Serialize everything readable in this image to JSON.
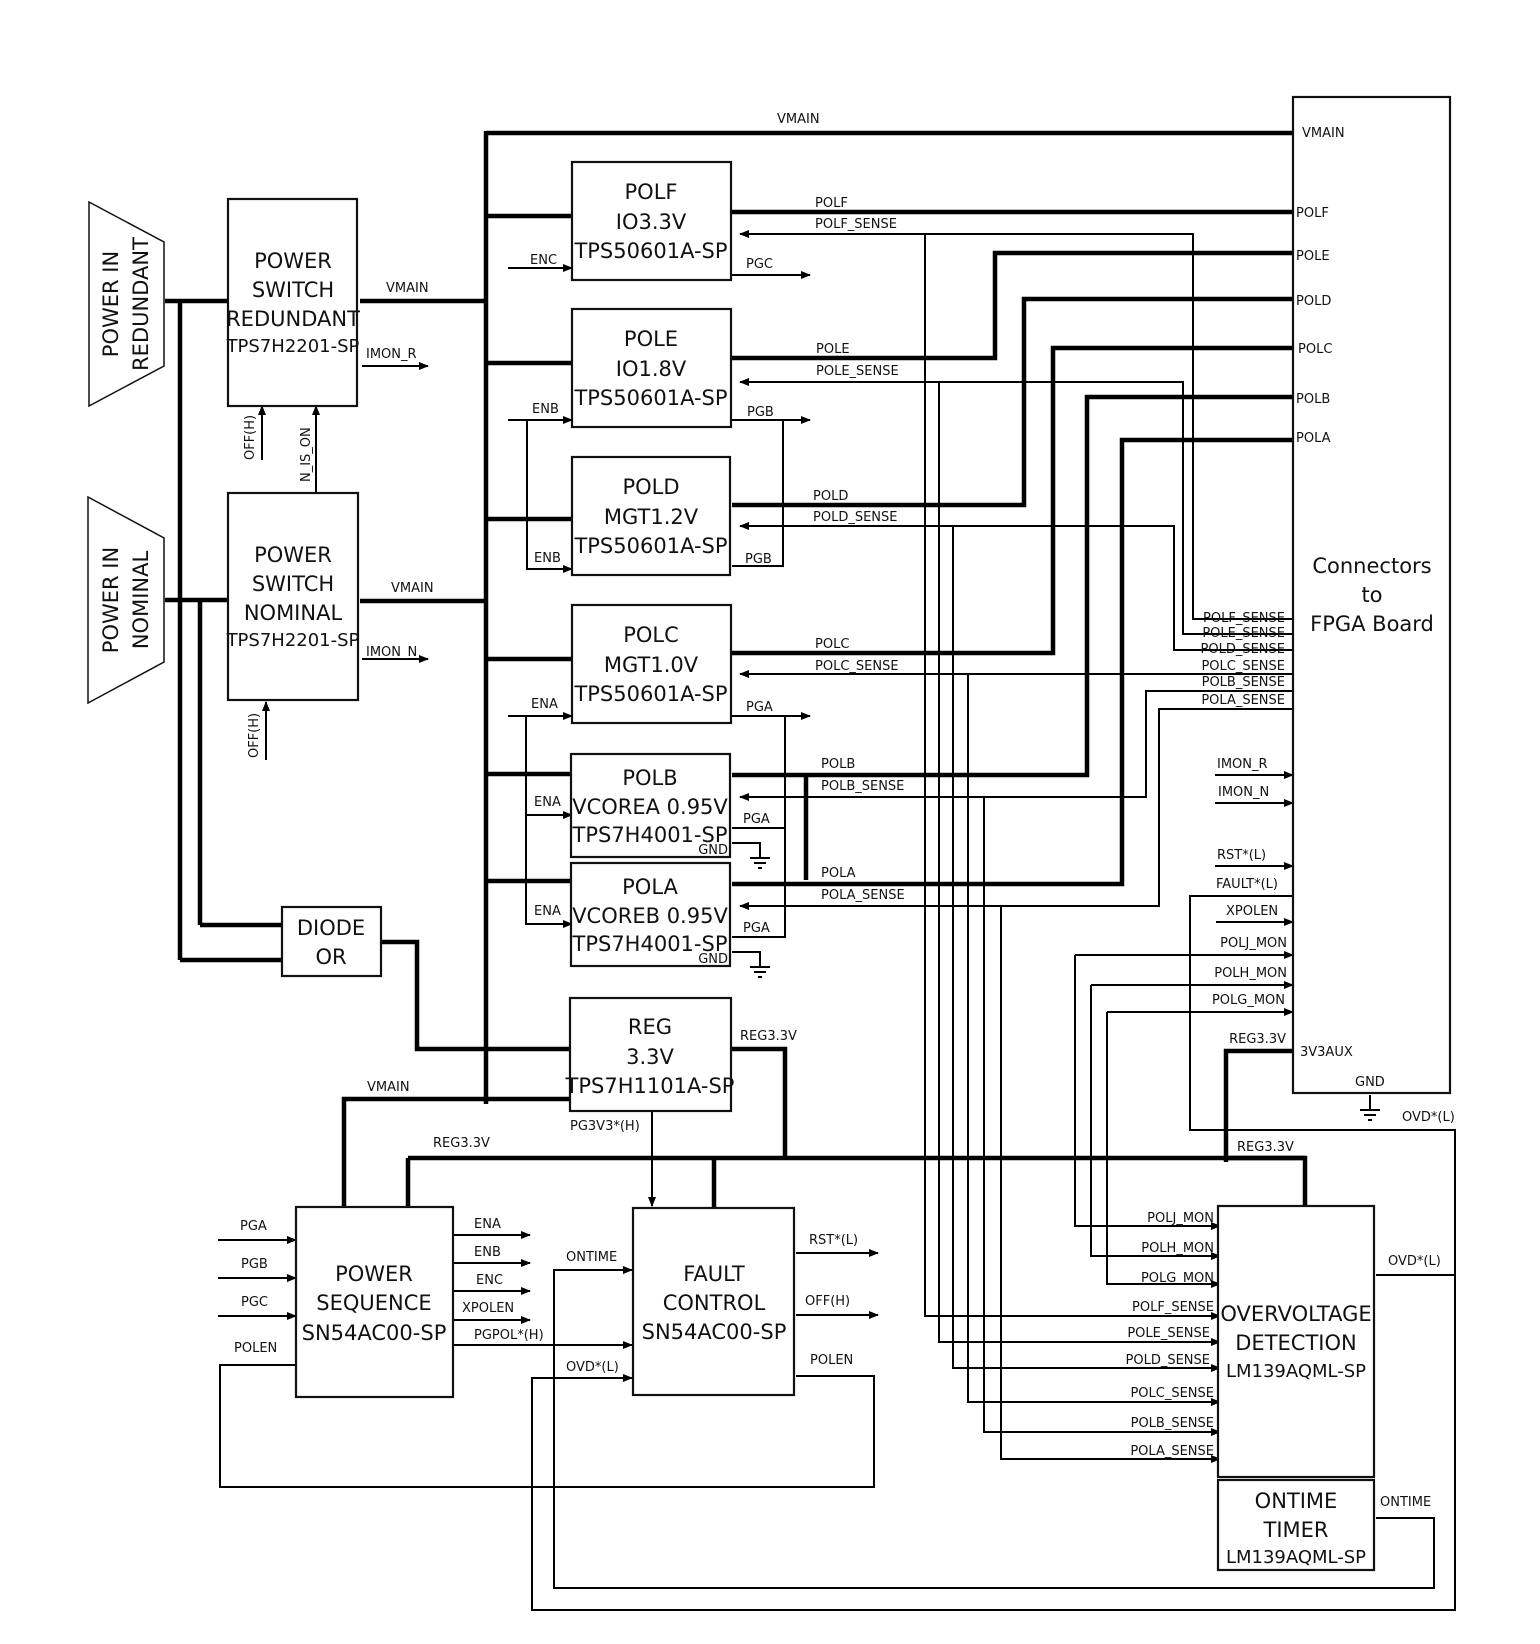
{
  "blocks": {
    "power_in_redundant": [
      "POWER IN",
      "REDUNDANT"
    ],
    "power_in_nominal": [
      "POWER IN",
      "NOMINAL"
    ],
    "ps_redundant": [
      "POWER",
      "SWITCH",
      "REDUNDANT",
      "TPS7H2201-SP"
    ],
    "ps_nominal": [
      "POWER",
      "SWITCH",
      "NOMINAL",
      "TPS7H2201-SP"
    ],
    "diode_or": [
      "DIODE",
      "OR"
    ],
    "polf": [
      "POLF",
      "IO3.3V",
      "TPS50601A-SP"
    ],
    "pole": [
      "POLE",
      "IO1.8V",
      "TPS50601A-SP"
    ],
    "pold": [
      "POLD",
      "MGT1.2V",
      "TPS50601A-SP"
    ],
    "polc": [
      "POLC",
      "MGT1.0V",
      "TPS50601A-SP"
    ],
    "polb": [
      "POLB",
      "VCOREA 0.95V",
      "TPS7H4001-SP"
    ],
    "pola": [
      "POLA",
      "VCOREB 0.95V",
      "TPS7H4001-SP"
    ],
    "reg": [
      "REG",
      "3.3V",
      "TPS7H1101A-SP"
    ],
    "power_sequence": [
      "POWER",
      "SEQUENCE",
      "SN54AC00-SP"
    ],
    "fault_control": [
      "FAULT",
      "CONTROL",
      "SN54AC00-SP"
    ],
    "ovd": [
      "OVERVOLTAGE",
      "DETECTION",
      "LM139AQML-SP"
    ],
    "ontime_timer": [
      "ONTIME",
      "TIMER",
      "LM139AQML-SP"
    ],
    "connectors": [
      "Connectors",
      "to",
      "FPGA Board"
    ]
  },
  "signals": {
    "vmain": "VMAIN",
    "imon_r": "IMON_R",
    "imon_n": "IMON_N",
    "off_h": "OFF(H)",
    "n_is_on": "N_IS_ON",
    "polf": "POLF",
    "pole": "POLE",
    "pold": "POLD",
    "polc": "POLC",
    "polb": "POLB",
    "pola": "POLA",
    "polf_sense": "POLF_SENSE",
    "pole_sense": "POLE_SENSE",
    "pold_sense": "POLD_SENSE",
    "polc_sense": "POLC_SENSE",
    "polb_sense": "POLB_SENSE",
    "pola_sense": "POLA_SENSE",
    "ena": "ENA",
    "enb": "ENB",
    "enc": "ENC",
    "pga": "PGA",
    "pgb": "PGB",
    "pgc": "PGC",
    "gnd": "GND",
    "reg33": "REG3.3V",
    "pg3v3": "PG3V3*(H)",
    "xpolen": "XPOLEN",
    "pgpol": "PGPOL*(H)",
    "polen": "POLEN",
    "ontime": "ONTIME",
    "ovd_l": "OVD*(L)",
    "rst_l": "RST*(L)",
    "fault_l": "FAULT*(L)",
    "polj_mon": "POLJ_MON",
    "polh_mon": "POLH_MON",
    "polg_mon": "POLG_MON",
    "aux": "3V3AUX"
  }
}
